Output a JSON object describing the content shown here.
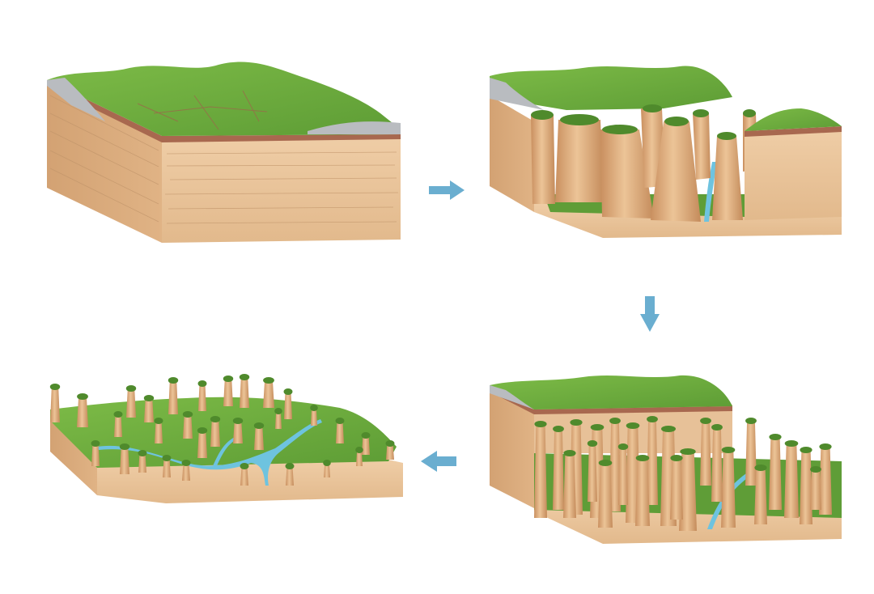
{
  "diagram": {
    "panels": [
      {
        "id": "stage-1-plateau",
        "stage": 1
      },
      {
        "id": "stage-2-canyons",
        "stage": 2
      },
      {
        "id": "stage-3-pillar-forest",
        "stage": 3
      },
      {
        "id": "stage-4-residual-pillars",
        "stage": 4
      }
    ],
    "arrows": [
      {
        "id": "arrow-1-to-2",
        "direction": "right"
      },
      {
        "id": "arrow-2-to-3",
        "direction": "down"
      },
      {
        "id": "arrow-3-to-4",
        "direction": "left"
      }
    ]
  },
  "colors": {
    "grass": "#6fae3e",
    "grass_dark": "#4f8a2c",
    "grass_light": "#86c24f",
    "rock_front": "#e9c49b",
    "rock_side": "#d9a979",
    "rock_line": "#b98a5e",
    "soil_band": "#a8684f",
    "scree": "#b9bcc0",
    "water": "#6ec3df",
    "arrow": "#6aaed0",
    "background": "#ffffff"
  }
}
